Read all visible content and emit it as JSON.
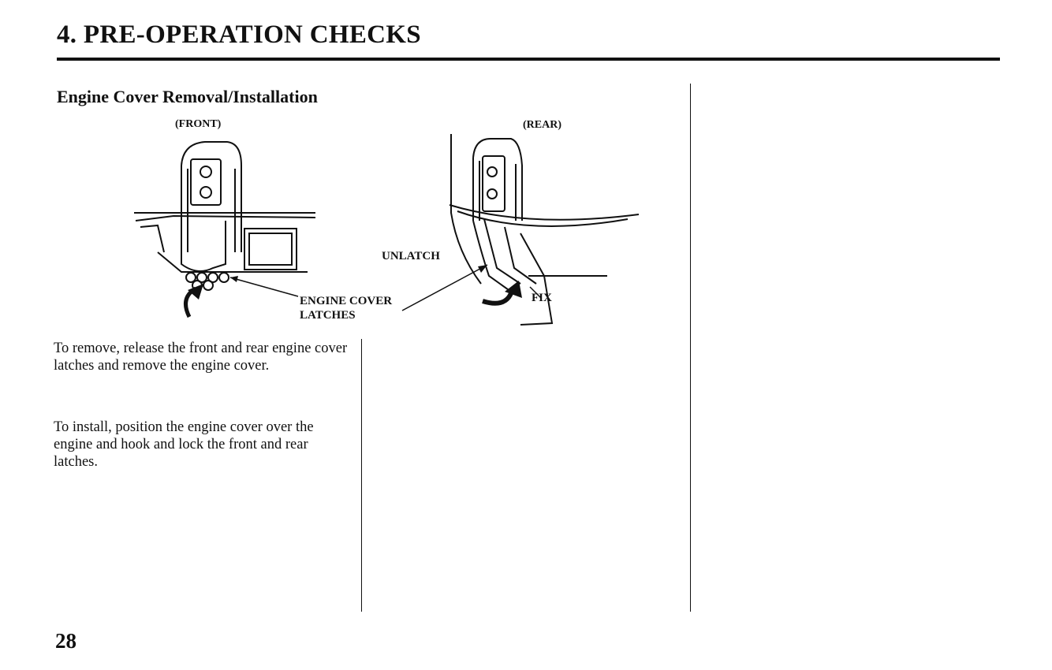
{
  "header": {
    "chapter_title": "4. PRE-OPERATION CHECKS"
  },
  "section": {
    "heading": "Engine Cover Removal/Installation"
  },
  "figure": {
    "front_label": "(FRONT)",
    "rear_label": "(REAR)",
    "callout_engine_cover": "ENGINE COVER",
    "callout_latches": "LATCHES",
    "callout_unlatch": "UNLATCH",
    "callout_fix": "FIX"
  },
  "body": {
    "paragraph_remove": "To remove, release the front and rear engine cover latches and remove the engine cover.",
    "paragraph_install": "To install, position the engine cover over the engine and hook and lock the front and rear latches."
  },
  "footer": {
    "page_number": "28"
  }
}
